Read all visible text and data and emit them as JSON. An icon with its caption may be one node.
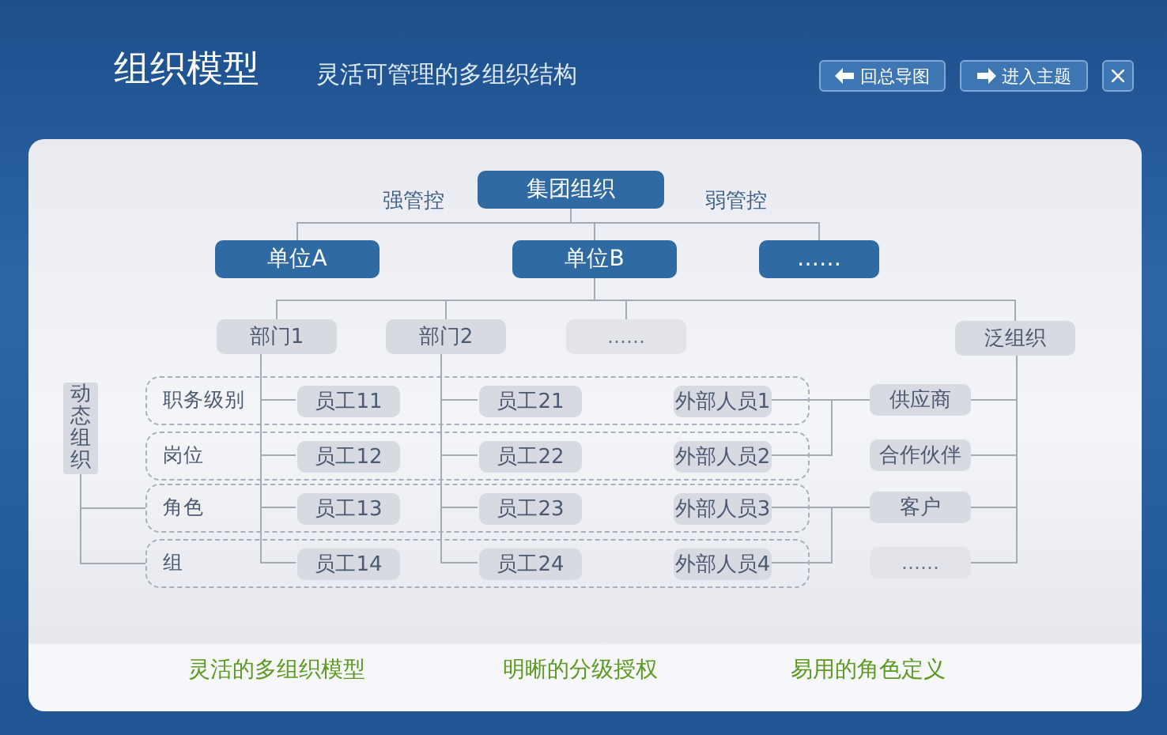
{
  "diagram": {
    "title": "组织模型",
    "nodes": [
      {
        "text": [
          "集团组织"
        ]
      },
      {
        "text": [
          "单位A"
        ]
      },
      {
        "text": [
          "单位B"
        ]
      },
      {
        "text": [
          "……"
        ]
      },
      {
        "text": [
          "部门1"
        ]
      },
      {
        "text": [
          "部门2"
        ]
      },
      {
        "text": [
          "……"
        ]
      },
      {
        "text": [
          "泛组织"
        ]
      },
      {
        "text": [
          "动态组织"
        ]
      },
      {
        "text": [
          "职务级别"
        ]
      },
      {
        "text": [
          "岗位"
        ]
      },
      {
        "text": [
          "角色"
        ]
      },
      {
        "text": [
          "组"
        ]
      },
      {
        "text": [
          "员工11"
        ],
        "in": 9
      },
      {
        "text": [
          "员工21"
        ],
        "in": 9
      },
      {
        "text": [
          "外部人员1"
        ],
        "in": 9
      },
      {
        "text": [
          "员工12"
        ],
        "in": 10
      },
      {
        "text": [
          "员工22"
        ],
        "in": 10
      },
      {
        "text": [
          "外部人员2"
        ],
        "in": 10
      },
      {
        "text": [
          "员工13"
        ],
        "in": 11
      },
      {
        "text": [
          "员工23"
        ],
        "in": 11
      },
      {
        "text": [
          "外部人员3"
        ],
        "in": 11
      },
      {
        "text": [
          "员工14"
        ],
        "in": 12
      },
      {
        "text": [
          "员工24"
        ],
        "in": 12
      },
      {
        "text": [
          "外部人员4"
        ],
        "in": 12
      },
      {
        "text": [
          "供应商"
        ]
      },
      {
        "text": [
          "合作伙伴"
        ]
      },
      {
        "text": [
          "客户"
        ]
      },
      {
        "text": [
          "……"
        ]
      }
    ],
    "edges": [
      {
        "from": 0,
        "to": 1,
        "arrow": "none",
        "label": "强管控"
      },
      {
        "from": 0,
        "to": 2,
        "arrow": "none"
      },
      {
        "from": 0,
        "to": 3,
        "arrow": "none",
        "label": "弱管控"
      },
      {
        "from": 2,
        "to": 4,
        "arrow": "none"
      },
      {
        "from": 2,
        "to": 5,
        "arrow": "none"
      },
      {
        "from": 2,
        "to": 6,
        "arrow": "none"
      },
      {
        "from": 2,
        "to": 7,
        "arrow": "none"
      },
      {
        "from": 4,
        "to": 13,
        "arrow": "none"
      },
      {
        "from": 4,
        "to": 16,
        "arrow": "none"
      },
      {
        "from": 4,
        "to": 19,
        "arrow": "none"
      },
      {
        "from": 4,
        "to": 22,
        "arrow": "none"
      },
      {
        "from": 5,
        "to": 14,
        "arrow": "none"
      },
      {
        "from": 5,
        "to": 17,
        "arrow": "none"
      },
      {
        "from": 5,
        "to": 20,
        "arrow": "none"
      },
      {
        "from": 5,
        "to": 23,
        "arrow": "none"
      },
      {
        "from": 8,
        "to": 11,
        "arrow": "none"
      },
      {
        "from": 8,
        "to": 12,
        "arrow": "none"
      },
      {
        "from": 7,
        "to": 25,
        "arrow": "none"
      },
      {
        "from": 7,
        "to": 26,
        "arrow": "none"
      },
      {
        "from": 7,
        "to": 27,
        "arrow": "none"
      },
      {
        "from": 7,
        "to": 28,
        "arrow": "none"
      },
      {
        "from": 15,
        "to": 25,
        "arrow": "none"
      },
      {
        "from": 18,
        "to": 25,
        "arrow": "none"
      },
      {
        "from": 21,
        "to": 27,
        "arrow": "none"
      },
      {
        "from": 24,
        "to": 27,
        "arrow": "none"
      }
    ],
    "labels": [
      "灵活可管理的多组织结构",
      "回总导图",
      "进入主题",
      "灵活的多组织模型",
      "明晰的分级授权",
      "易用的角色定义"
    ]
  }
}
